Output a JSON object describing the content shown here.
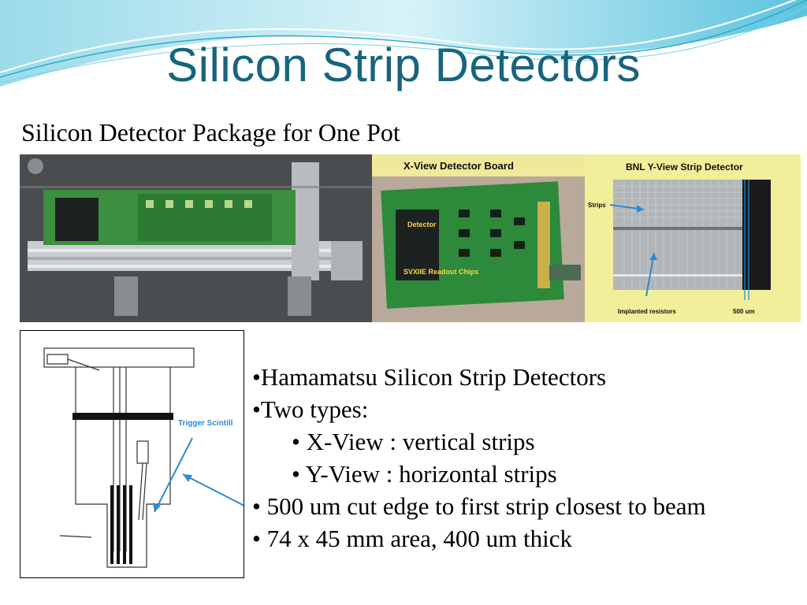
{
  "slide": {
    "title": "Silicon Strip Detectors",
    "subtitle": "Silicon Detector Package for One Pot"
  },
  "photos": {
    "x_view": {
      "heading": "X-View Detector Board",
      "detector_label": "Detector",
      "chips_label": "SVXIIE Readout Chips"
    },
    "y_view": {
      "heading": "BNL Y-View Strip Detector",
      "strips_label": "Strips",
      "resistors_label": "Implanted resistors",
      "edge_label": "500 um"
    }
  },
  "drawing": {
    "trigger_label": "Trigger Scintill"
  },
  "bullets": [
    {
      "text": "•Hamamatsu Silicon Strip Detectors",
      "indent": false
    },
    {
      "text": "•Two types:",
      "indent": false
    },
    {
      "text": "• X-View : vertical strips",
      "indent": true
    },
    {
      "text": "• Y-View : horizontal strips",
      "indent": true
    },
    {
      "text": "• 500 um cut edge to first strip closest to beam",
      "indent": false
    },
    {
      "text": "• 74 x 45 mm area, 400 um thick",
      "indent": false
    }
  ],
  "colors": {
    "title": "#17657c",
    "wave_light": "#bfe8f2",
    "wave_mid": "#7fd0e4",
    "wave_dark": "#2fa9c8",
    "arrow": "#2a8ad6",
    "board_green": "#2c8a3a"
  }
}
